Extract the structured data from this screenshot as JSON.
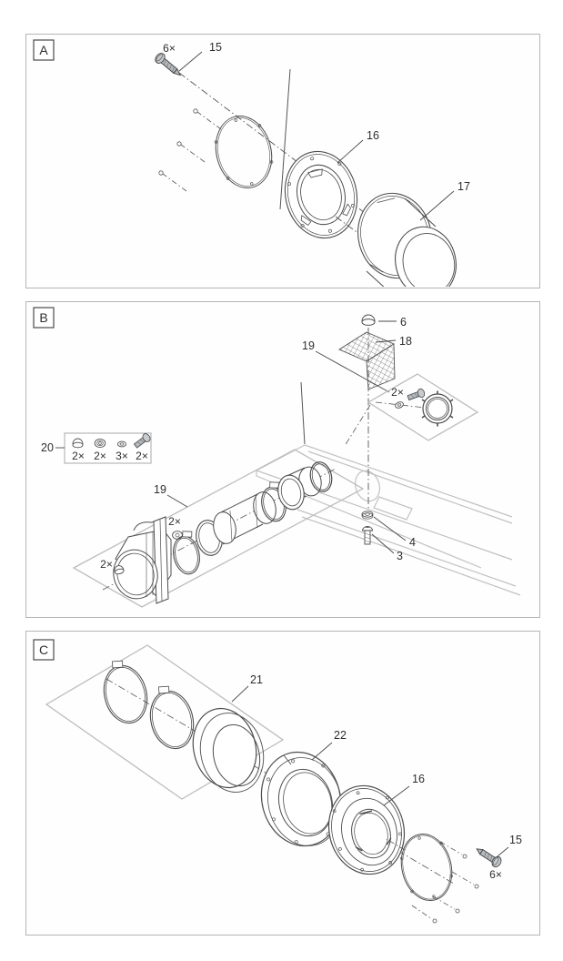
{
  "page": {
    "background": "#ffffff",
    "line_color": "#4d4d4d",
    "light_line_color": "#bdbdbd",
    "diagram_type": "exploded-parts-diagram"
  },
  "panels": [
    {
      "label": "A",
      "callouts": {
        "screw_qty": "6×",
        "screw": "15",
        "flange": "16",
        "housing": "17"
      }
    },
    {
      "label": "B",
      "callouts": {
        "cap": "6",
        "mesh": "18",
        "assembly_ref_top": "19",
        "ring_screw_qty": "2×",
        "kit": "20",
        "kit_cap_qty": "2×",
        "kit_nut_qty": "2×",
        "kit_washer_qty": "3×",
        "kit_screw_qty": "2×",
        "assembly_ref": "19",
        "nut_qty": "2×",
        "plug_qty": "2×",
        "washer": "4",
        "screw": "3"
      }
    },
    {
      "label": "C",
      "callouts": {
        "clamp_set": "21",
        "flange_outer": "22",
        "flange": "16",
        "screw": "15",
        "screw_qty": "6×"
      }
    }
  ]
}
